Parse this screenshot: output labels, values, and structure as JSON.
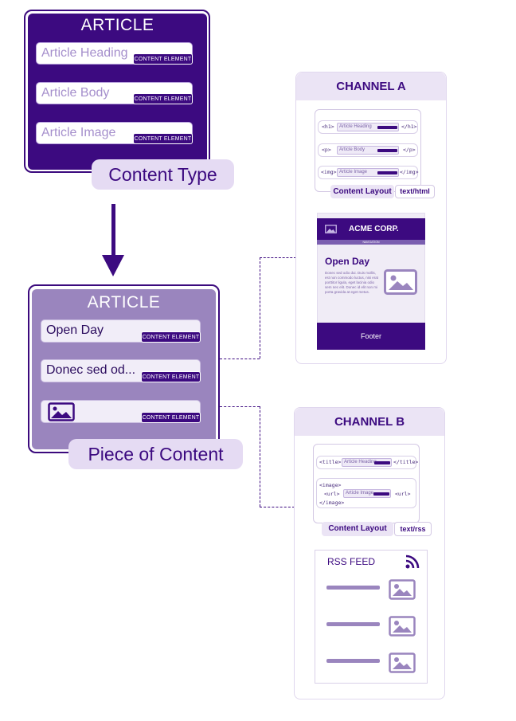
{
  "content_type": {
    "title": "ARTICLE",
    "fields": [
      "Article Heading",
      "Article Body",
      "Article Image"
    ],
    "element_tag": "CONTENT ELEMENT",
    "label": "Content Type"
  },
  "piece_of_content": {
    "title": "ARTICLE",
    "fields": [
      "Open Day",
      "Donec sed od...",
      ""
    ],
    "element_tag": "CONTENT ELEMENT",
    "label": "Piece of Content"
  },
  "channel_a": {
    "title": "CHANNEL A",
    "code_rows": [
      {
        "open": "<h1>",
        "field": "Article Heading",
        "close": "</h1>"
      },
      {
        "open": "<p>",
        "field": "Article Body",
        "close": "</p>"
      },
      {
        "open": "<img>",
        "field": "Article Image",
        "close": "</img>"
      }
    ],
    "layout_label": "Content Layout",
    "mime": "text/html",
    "page": {
      "brand": "ACME CORP.",
      "sub": "NAVIGATION",
      "heading": "Open Day",
      "body": "Donec sed odio dui. Duis mollis, est non commodo luctus, nisi erat porttitor ligula, eget lacinia odio sem nec elit. Donec id elit non mi porta gravida at eget metus.",
      "footer": "Footer"
    }
  },
  "channel_b": {
    "title": "CHANNEL B",
    "code_rows": [
      {
        "open": "<title>",
        "field": "Article Heading",
        "close": "</title>"
      },
      {
        "open": "<image>",
        "mid_open": "<url>",
        "field": "Article Image",
        "mid_close": "<url>",
        "close": "</image>"
      }
    ],
    "layout_label": "Content Layout",
    "mime": "text/rss",
    "feed": {
      "title": "RSS FEED",
      "items": 3
    }
  },
  "icons": [
    "image-icon",
    "rss-icon"
  ],
  "colors": {
    "primary": "#3c0a80",
    "light": "#e5dbf3",
    "muted": "#9a85be"
  }
}
